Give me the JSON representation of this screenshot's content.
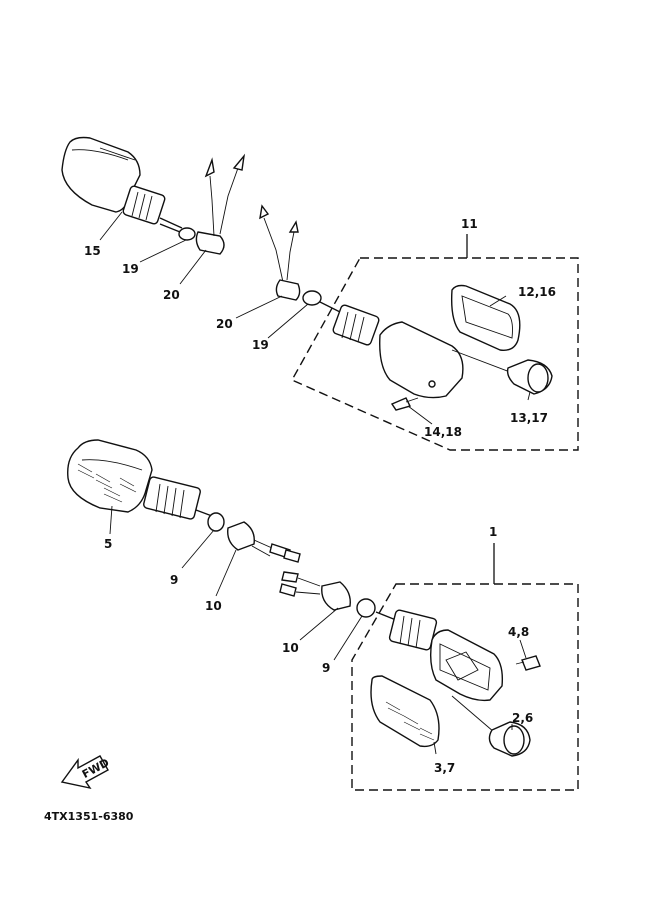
{
  "callouts": {
    "p15": "15",
    "p19a": "19",
    "p20a": "20",
    "p11": "11",
    "p12_16": "12,16",
    "p20b": "20",
    "p19b": "19",
    "p13_17": "13,17",
    "p14_18": "14,18",
    "p5": "5",
    "p9a": "9",
    "p10a": "10",
    "p1": "1",
    "p4_8": "4,8",
    "p10b": "10",
    "p9b": "9",
    "p2_6": "2,6",
    "p3_7": "3,7"
  },
  "fwd_label": "FWD",
  "diagram_code": "4TX1351-6380"
}
